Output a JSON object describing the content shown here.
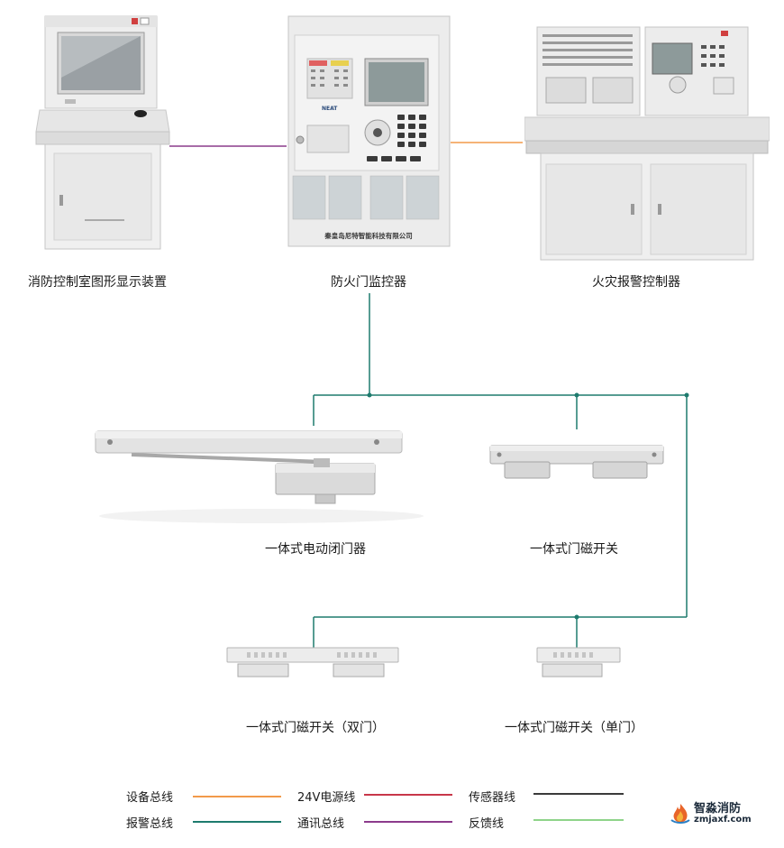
{
  "devices": {
    "graphic_display": {
      "label": "消防控制室图形显示装置"
    },
    "door_monitor": {
      "label": "防火门监控器",
      "brand": "NEAT",
      "maker": "秦皇岛尼特智能科技有限公司"
    },
    "fire_alarm_controller": {
      "label": "火灾报警控制器"
    },
    "door_closer": {
      "label": "一体式电动闭门器"
    },
    "magnetic_switch": {
      "label": "一体式门磁开关"
    },
    "magnetic_switch_double": {
      "label": "一体式门磁开关（双门）"
    },
    "magnetic_switch_single": {
      "label": "一体式门磁开关（单门）"
    }
  },
  "legend": {
    "items": [
      {
        "name": "设备总线",
        "color": "#f29a4a"
      },
      {
        "name": "24V电源线",
        "color": "#c8374a"
      },
      {
        "name": "传感器线",
        "color": "#3a3a3a"
      },
      {
        "name": "报警总线",
        "color": "#1e7b6e"
      },
      {
        "name": "通讯总线",
        "color": "#8c3b8c"
      },
      {
        "name": "反馈线",
        "color": "#8fd48a"
      }
    ]
  },
  "logo": {
    "name": "智淼消防",
    "url": "zmjaxf.com"
  }
}
